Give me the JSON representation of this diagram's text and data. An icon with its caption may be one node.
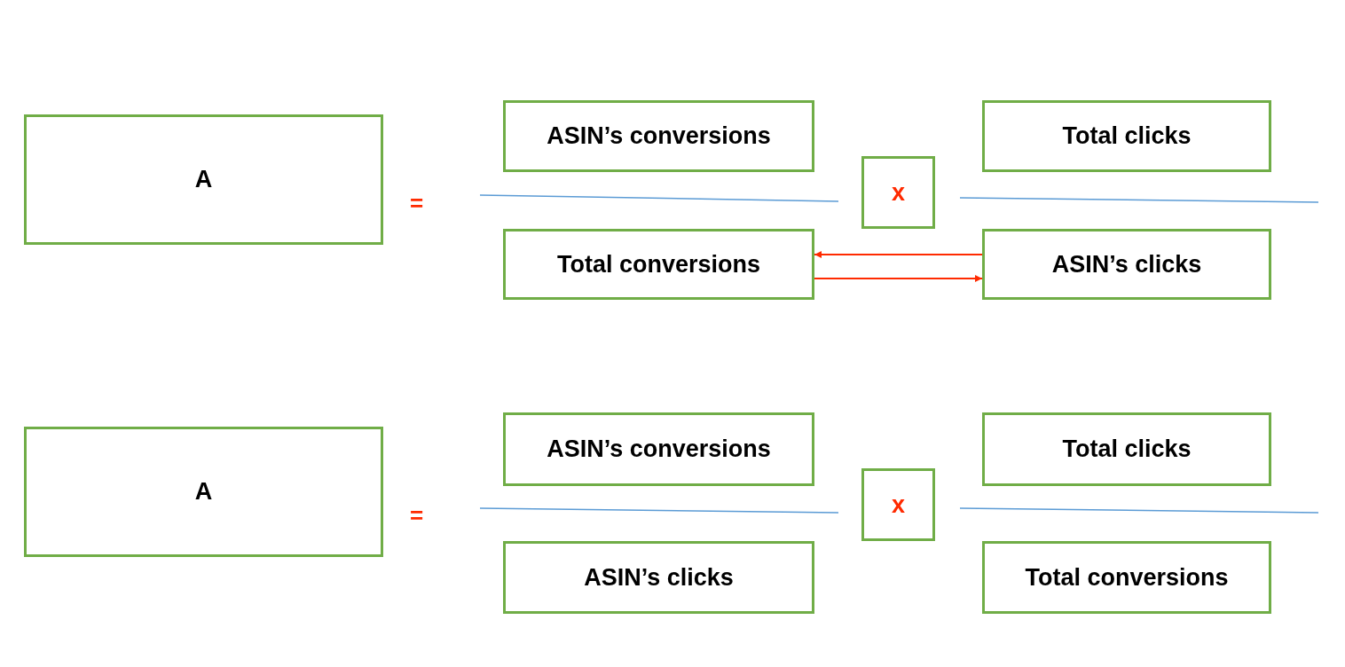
{
  "diagram": {
    "nodes": [
      {
        "text": [
          "A"
        ]
      },
      {
        "text": [
          "ASIN’s conversions"
        ]
      },
      {
        "text": [
          "Total clicks"
        ]
      },
      {
        "text": [
          "x"
        ]
      },
      {
        "text": [
          "Total conversions"
        ]
      },
      {
        "text": [
          "ASIN’s clicks"
        ]
      },
      {
        "text": [
          "A"
        ]
      },
      {
        "text": [
          "ASIN’s conversions"
        ]
      },
      {
        "text": [
          "Total clicks"
        ]
      },
      {
        "text": [
          "x"
        ]
      },
      {
        "text": [
          "ASIN’s clicks"
        ]
      },
      {
        "text": [
          "Total conversions"
        ]
      }
    ],
    "edges": [
      {
        "from": 5,
        "to": 4,
        "arrow": "to",
        "color": "#ff2a00"
      },
      {
        "from": 4,
        "to": 5,
        "arrow": "to",
        "color": "#ff2a00"
      }
    ],
    "labels": [
      "=",
      "="
    ]
  }
}
